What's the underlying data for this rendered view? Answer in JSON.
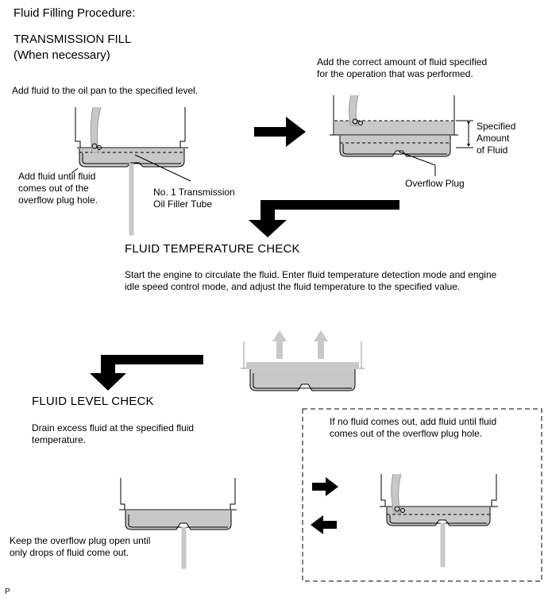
{
  "title": "Fluid Filling Procedure:",
  "fill": {
    "heading": "TRANSMISSION FILL",
    "subheading": "(When necessary)",
    "step_text": "Add fluid to the oil pan to the specified level.",
    "right_text": "Add the correct amount of fluid specified\nfor the operation that was performed.",
    "left_callout": "Add fluid until fluid\ncomes out of the\noverflow plug hole.",
    "tube_label": "No. 1 Transmission\nOil Filler Tube",
    "specified_label": "Specified\nAmount\nof Fluid",
    "overflow_label": "Overflow Plug"
  },
  "temp": {
    "heading": "FLUID TEMPERATURE CHECK",
    "text": "Start the engine to circulate the fluid. Enter fluid temperature detection mode and engine\nidle speed control mode, and adjust the fluid temperature to the specified value."
  },
  "level": {
    "heading": "FLUID LEVEL CHECK",
    "text": "Drain excess fluid at the specified fluid\ntemperature.",
    "keep_text": "Keep the overflow plug open until\nonly drops of fluid come out.",
    "box_text": "If no fluid comes out, add fluid until fluid\ncomes out of the overflow plug hole."
  },
  "footer_code": "P",
  "colors": {
    "fluid": "#c8c8c8",
    "line": "#000000",
    "arrow": "#000000"
  }
}
